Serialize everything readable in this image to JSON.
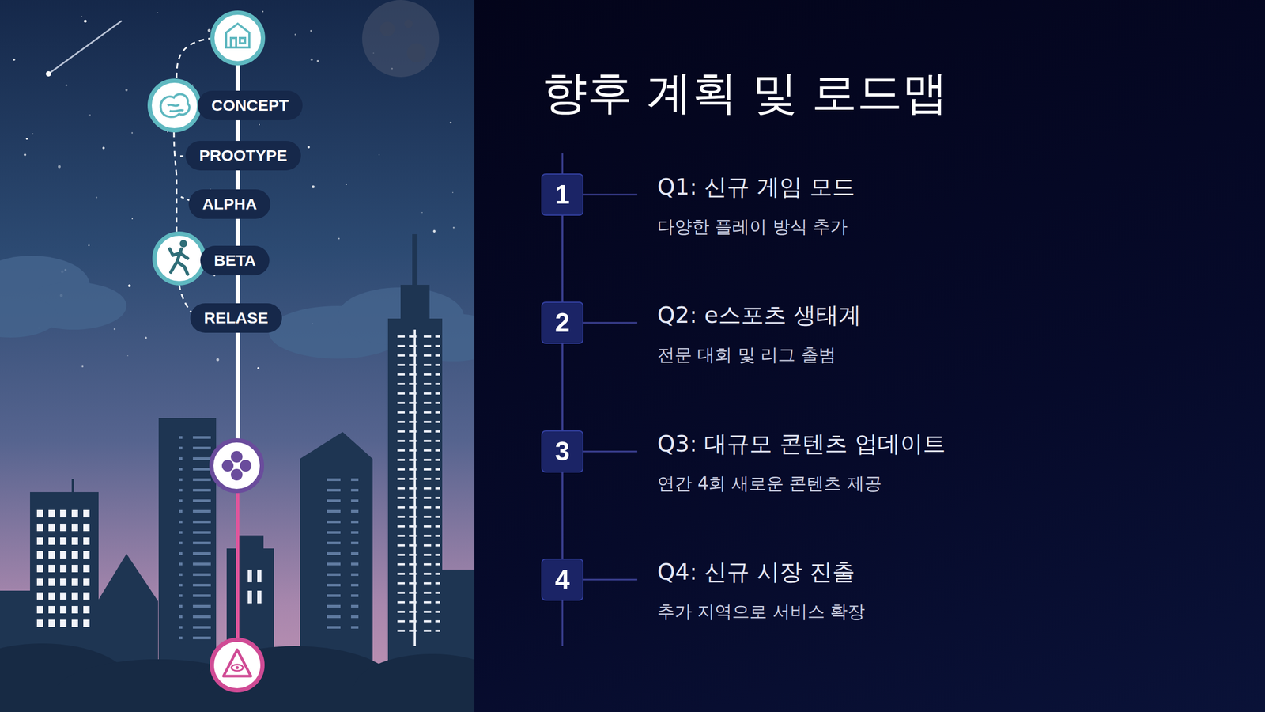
{
  "diagram": {
    "title": "향후 계획 및 로드맵",
    "nodes": [
      {
        "text": [
          "CONCEPT"
        ]
      },
      {
        "text": [
          "PROOTYPE"
        ]
      },
      {
        "text": [
          "ALPHA"
        ]
      },
      {
        "text": [
          "BETA"
        ]
      },
      {
        "text": [
          "RELASE"
        ]
      },
      {
        "text": [
          "1"
        ]
      },
      {
        "text": [
          "2"
        ]
      },
      {
        "text": [
          "3"
        ]
      },
      {
        "text": [
          "4"
        ]
      }
    ],
    "edges": [
      {
        "from": 0,
        "to": 1,
        "arrow": "none"
      },
      {
        "from": 1,
        "to": 2,
        "arrow": "none"
      },
      {
        "from": 2,
        "to": 3,
        "arrow": "none"
      },
      {
        "from": 3,
        "to": 4,
        "arrow": "none"
      },
      {
        "from": 5,
        "to": 6,
        "arrow": "none"
      },
      {
        "from": 6,
        "to": 7,
        "arrow": "none"
      },
      {
        "from": 7,
        "to": 8,
        "arrow": "none"
      }
    ],
    "labels": [
      "Q1: 신규 게임 모드",
      "다양한 플레이 방식 추가",
      "Q2: e스포츠 생태계",
      "전문 대회 및 리그 출범",
      "Q3: 대규모 콘텐츠 업데이트",
      "연간 4회 새로운 콘텐츠 제공",
      "Q4: 신규 시장 진출",
      "추가 지역으로 서비스 확장"
    ]
  }
}
